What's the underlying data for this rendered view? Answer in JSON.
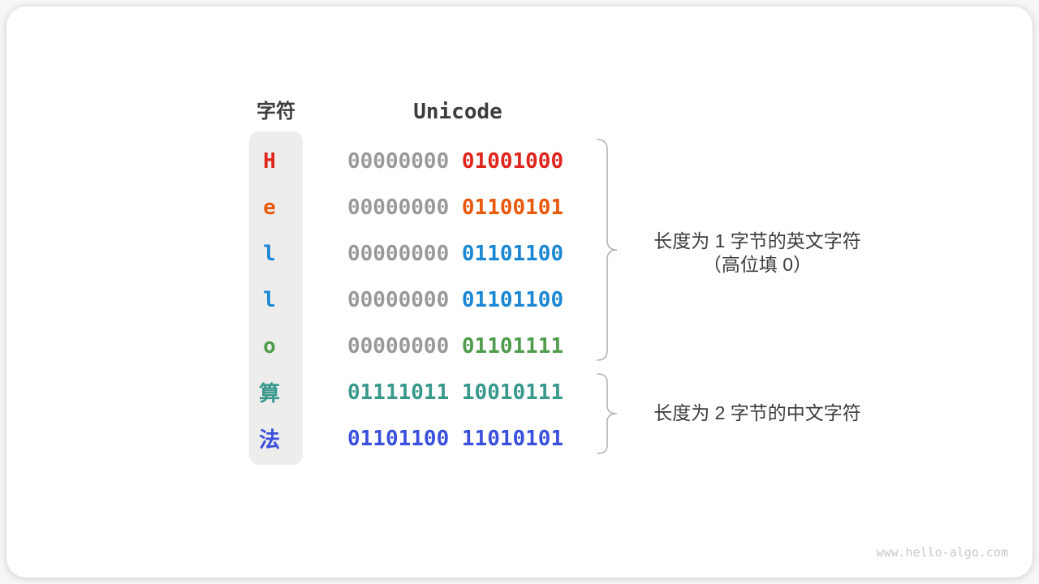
{
  "header": {
    "char_col": "字符",
    "unicode_col": "Unicode"
  },
  "rows": [
    {
      "char": "H",
      "byte1": "00000000",
      "byte2": "01001000",
      "byte1_gray": true,
      "color": "#e0251c"
    },
    {
      "char": "e",
      "byte1": "00000000",
      "byte2": "01100101",
      "byte1_gray": true,
      "color": "#e8590c"
    },
    {
      "char": "l",
      "byte1": "00000000",
      "byte2": "01101100",
      "byte1_gray": true,
      "color": "#1b87d3"
    },
    {
      "char": "l",
      "byte1": "00000000",
      "byte2": "01101100",
      "byte1_gray": true,
      "color": "#1b87d3"
    },
    {
      "char": "o",
      "byte1": "00000000",
      "byte2": "01101111",
      "byte1_gray": true,
      "color": "#4f9c4c"
    },
    {
      "char": "算",
      "byte1": "01111011",
      "byte2": "10010111",
      "byte1_gray": false,
      "color": "#38988c"
    },
    {
      "char": "法",
      "byte1": "01101100",
      "byte2": "11010101",
      "byte1_gray": false,
      "color": "#3a50dc"
    }
  ],
  "annotations": [
    {
      "line1": "长度为 1 字节的英文字符",
      "line2": "（高位填 0）"
    },
    {
      "line1": "长度为 2 字节的中文字符"
    }
  ],
  "watermark": "www.hello-algo.com",
  "colors": {
    "gray_bits": "#999999",
    "header_text": "#3c3c3c",
    "annotation_text": "#3d3d3d",
    "column_bg": "#ededec",
    "brace": "#b4b4b4",
    "watermark": "#c9c9c9"
  }
}
